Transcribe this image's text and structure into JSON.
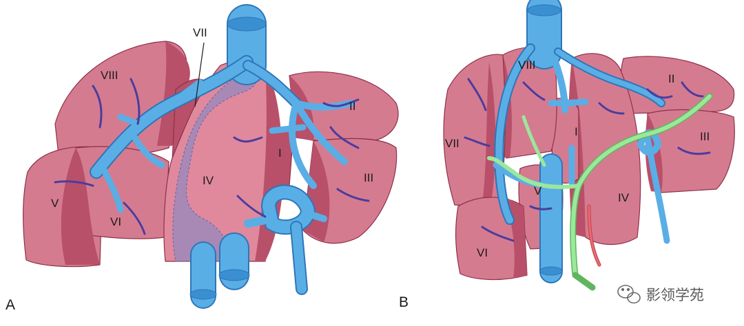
{
  "colors": {
    "lobe_fill": "#d57b90",
    "lobe_dark": "#b8506a",
    "lobe_light": "#e7a3b3",
    "lobe_stroke": "#8d2f49",
    "vessel": "#5aaee6",
    "vessel_stroke": "#2d76b8",
    "vessel_dark": "#3a6fb5",
    "portal": "#7a86c6",
    "bile": "#9be89b",
    "artery": "#e86a72",
    "text": "#1a1a1a"
  },
  "panel_a": {
    "label": "A",
    "segments": {
      "s1": "I",
      "s2": "II",
      "s3": "III",
      "s4": "IV",
      "s5": "V",
      "s6": "VI",
      "s7": "VII",
      "s8": "VIII"
    }
  },
  "panel_b": {
    "label": "B",
    "segments": {
      "s1": "I",
      "s2": "II",
      "s3": "III",
      "s4": "IV",
      "s5": "V",
      "s6": "VI",
      "s7": "VII",
      "s8": "VIII"
    }
  },
  "watermark": {
    "icon": "wechat-icon",
    "text": "影领学苑"
  }
}
